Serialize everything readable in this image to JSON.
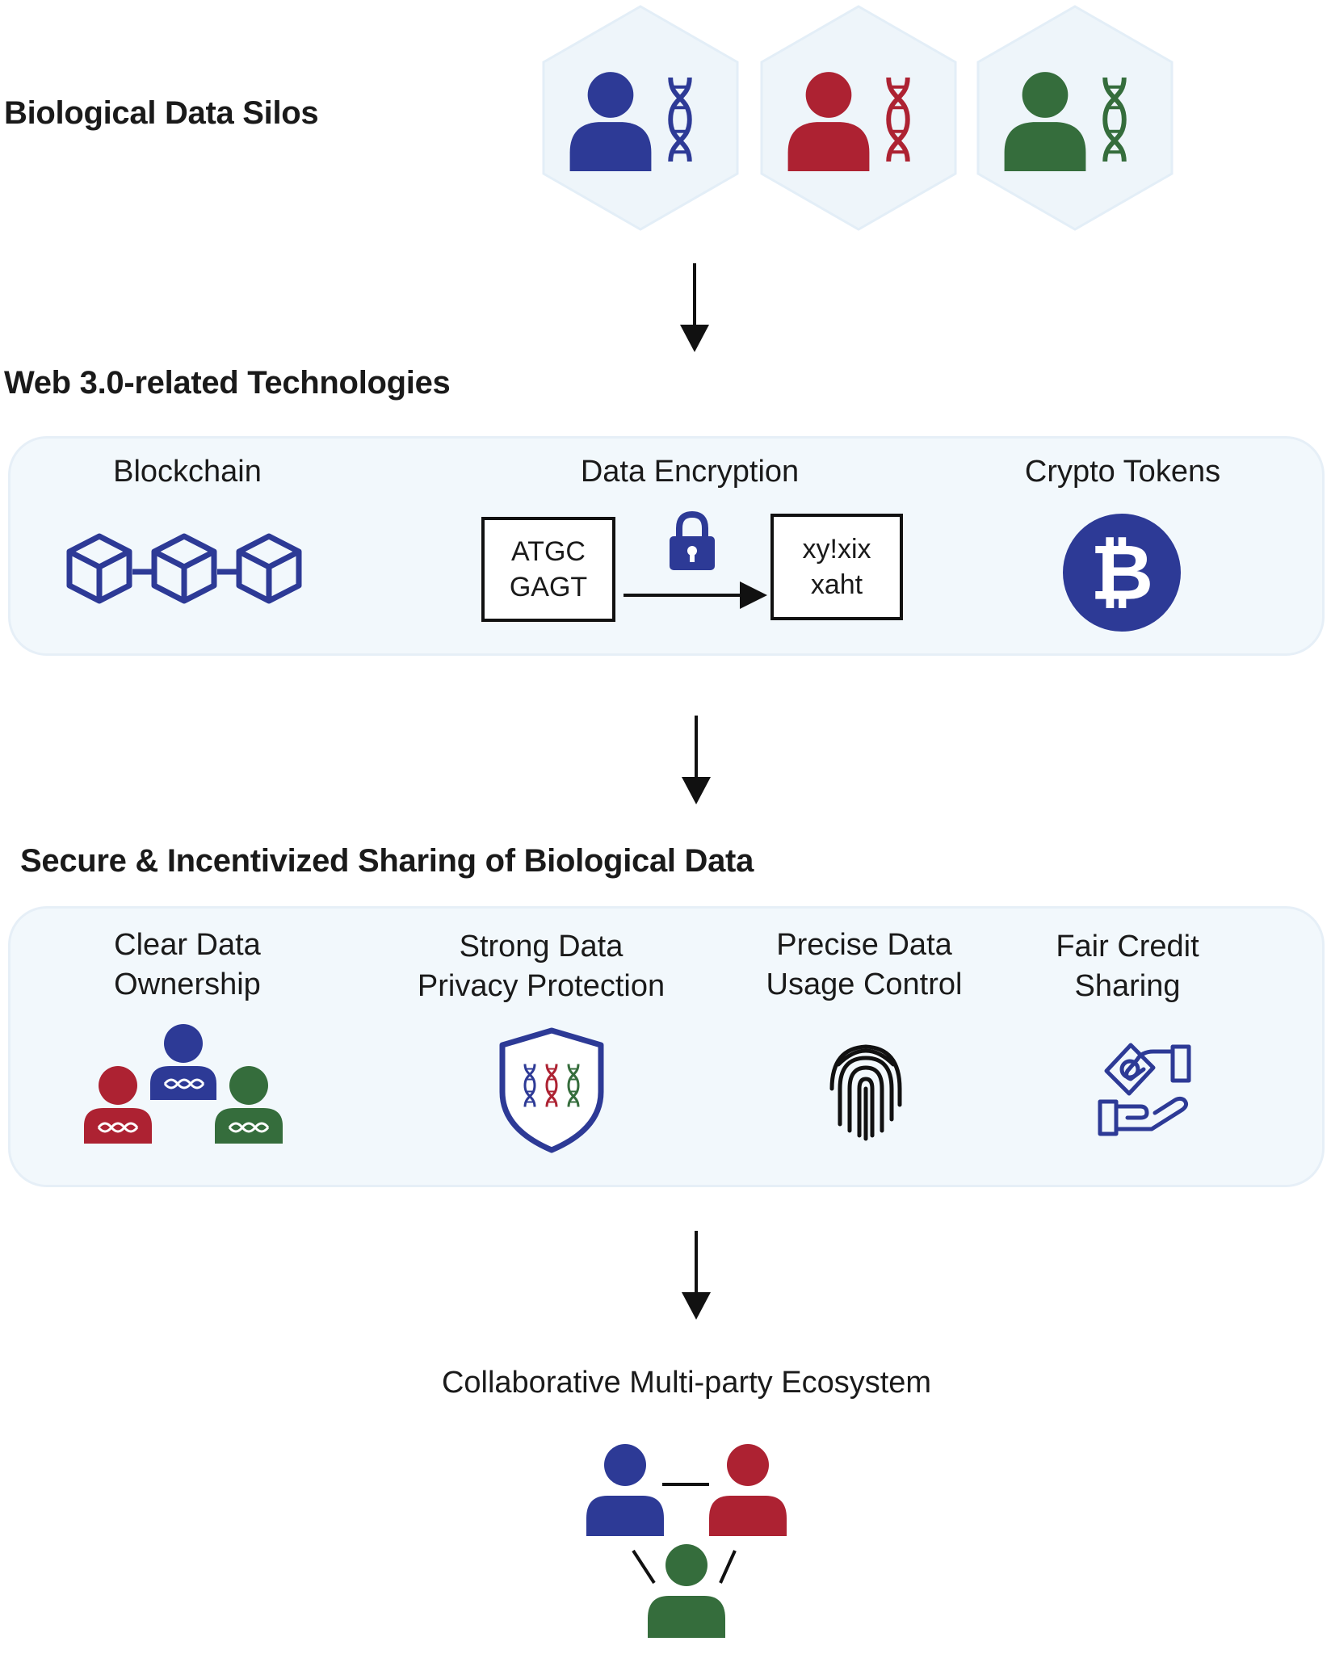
{
  "colors": {
    "blue": "#2d3a96",
    "red": "#ad2232",
    "green": "#356d3c",
    "panel_bg": "#f2f8fc",
    "hex_bg": "#eef5fa",
    "arrow": "#111111"
  },
  "silos": {
    "heading": "Biological Data Silos",
    "icons": [
      "person-dna-icon",
      "person-dna-icon",
      "person-dna-icon"
    ]
  },
  "web3": {
    "heading": "Web 3.0-related Technologies",
    "blockchain": {
      "label": "Blockchain",
      "icon": "blockchain-cubes-icon"
    },
    "encryption": {
      "label": "Data Encryption",
      "plain_line1": "ATGC",
      "plain_line2": "GAGT",
      "cipher_line1": "xy!xix",
      "cipher_line2": "xaht",
      "icon": "lock-icon"
    },
    "crypto": {
      "label": "Crypto Tokens",
      "symbol": "₿",
      "icon": "bitcoin-icon"
    }
  },
  "sharing": {
    "heading": "Secure & Incentivized Sharing of Biological Data",
    "items": [
      {
        "line1": "Clear Data",
        "line2": "Ownership",
        "icon": "people-dna-icon"
      },
      {
        "line1": "Strong Data",
        "line2": "Privacy Protection",
        "icon": "dna-shield-icon"
      },
      {
        "line1": "Precise Data",
        "line2": "Usage Control",
        "icon": "fingerprint-icon"
      },
      {
        "line1": "Fair Credit",
        "line2": "Sharing",
        "icon": "hand-money-icon"
      }
    ]
  },
  "ecosystem": {
    "label": "Collaborative Multi-party Ecosystem",
    "icon": "network-people-icon"
  }
}
